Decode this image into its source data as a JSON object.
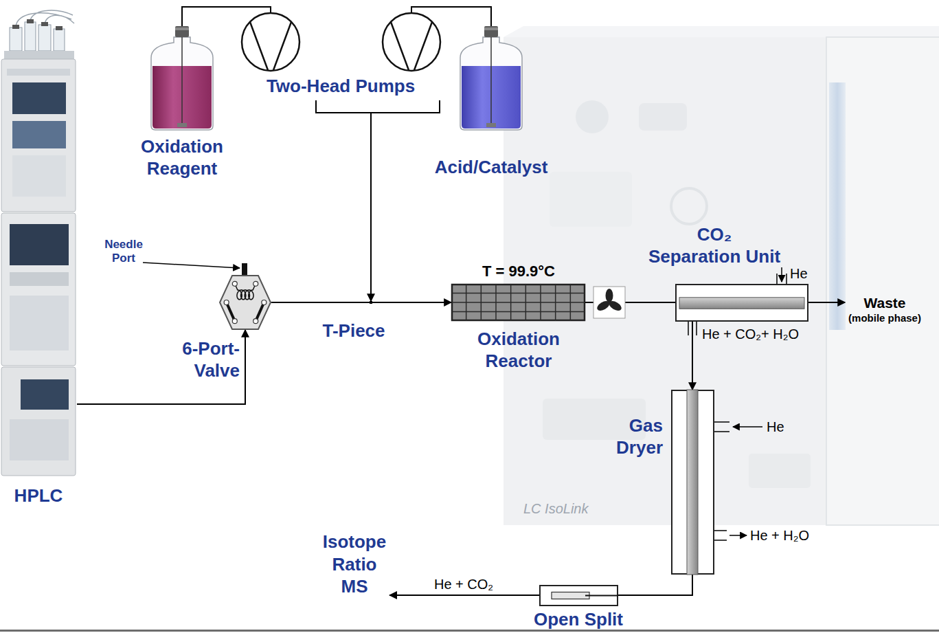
{
  "diagram": {
    "nodes": [
      {
        "text": [
          "HPLC"
        ]
      },
      {
        "text": [
          "6-Port- Valve"
        ]
      },
      {
        "text": [
          "Oxidation Reagent"
        ]
      },
      {
        "text": [
          "Two-Head Pumps"
        ]
      },
      {
        "text": [
          "Acid/Catalyst"
        ]
      },
      {
        "text": [
          "T-Piece"
        ]
      },
      {
        "text": [
          "T = 99.9°C",
          "Oxidation Reactor"
        ]
      },
      {
        "text": [
          "CO₂ Separation Unit"
        ]
      },
      {
        "text": [
          "Waste",
          "(mobile phase)"
        ]
      },
      {
        "text": [
          "Gas Dryer"
        ]
      },
      {
        "text": [
          "Open Split"
        ]
      },
      {
        "text": [
          "Isotope Ratio MS"
        ]
      }
    ],
    "edges": [
      {
        "from": 0,
        "to": 1,
        "arrow": "to"
      },
      {
        "from": 2,
        "to": 3,
        "arrow": "none"
      },
      {
        "from": 4,
        "to": 3,
        "arrow": "none"
      },
      {
        "from": 3,
        "to": 5,
        "arrow": "to"
      },
      {
        "from": 1,
        "to": 5,
        "arrow": "none"
      },
      {
        "from": 5,
        "to": 6,
        "arrow": "to"
      },
      {
        "from": 6,
        "to": 7,
        "arrow": "none"
      },
      {
        "from": 7,
        "to": 8,
        "arrow": "to"
      },
      {
        "from": 7,
        "to": 9,
        "arrow": "to",
        "label": "He + CO₂+ H₂O"
      },
      {
        "from": 9,
        "to": 10,
        "arrow": "none"
      },
      {
        "from": 10,
        "to": 11,
        "arrow": "to",
        "label": "He + CO₂"
      }
    ],
    "labels": [
      "Needle Port",
      "He",
      "He",
      "He + H₂O",
      "LC IsoLink"
    ]
  }
}
